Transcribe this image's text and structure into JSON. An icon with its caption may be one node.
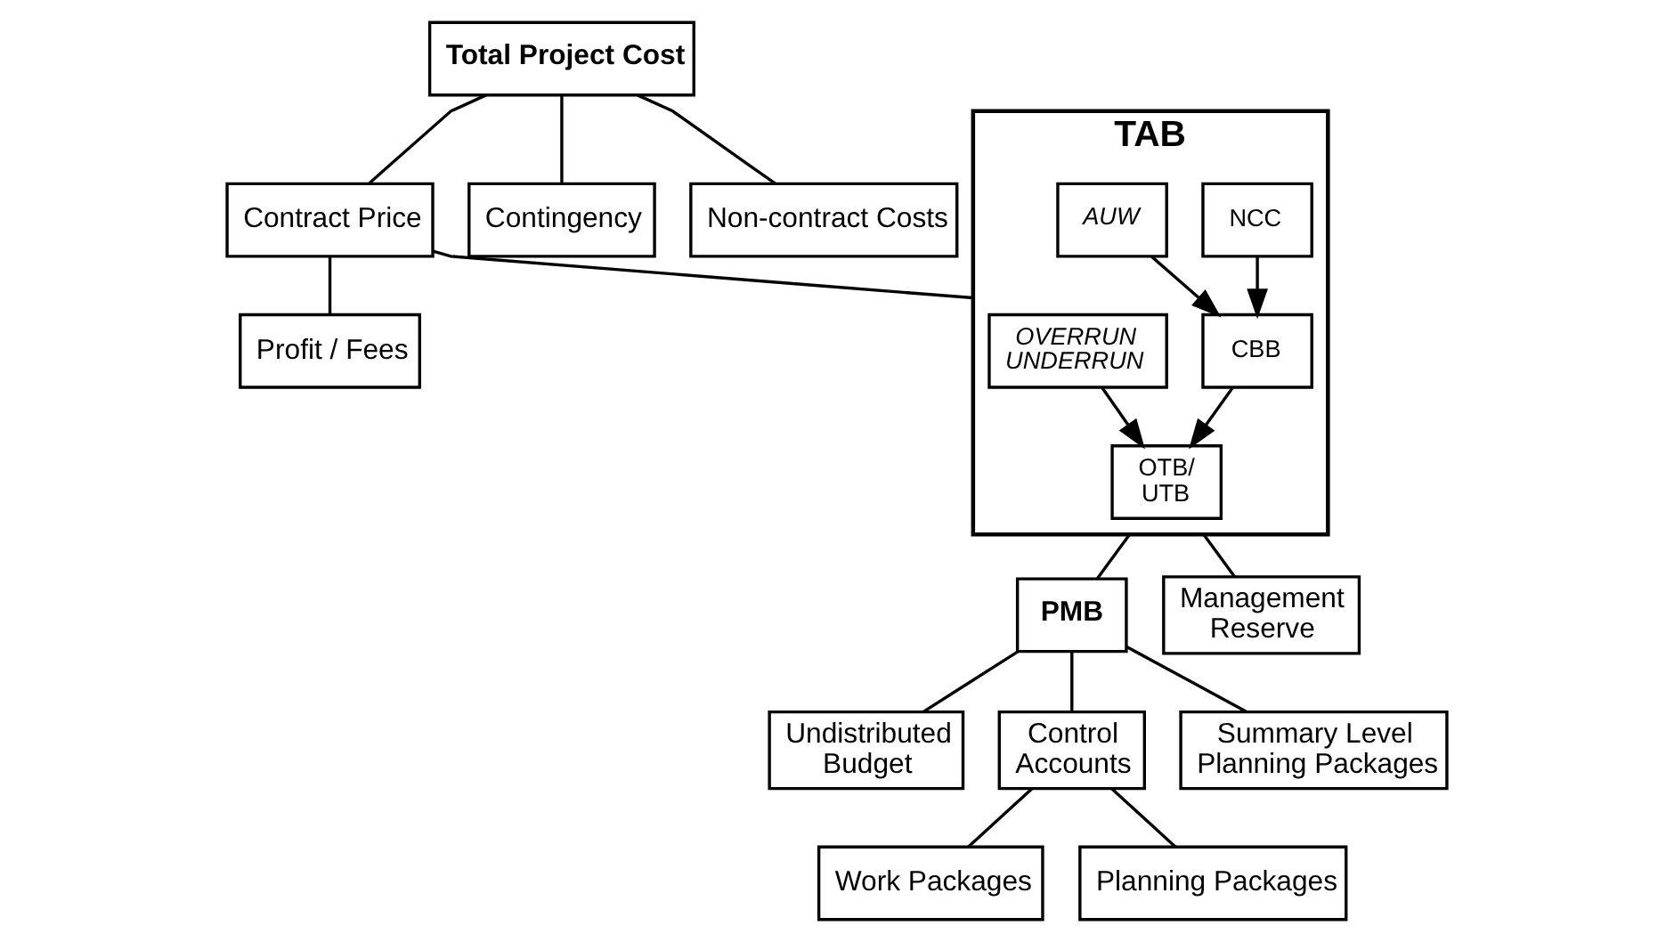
{
  "diagram": {
    "nodes": [
      {
        "text": [
          "Total Project Cost"
        ]
      },
      {
        "text": [
          "Contract Price"
        ]
      },
      {
        "text": [
          "Contingency"
        ]
      },
      {
        "text": [
          "Non-contract Costs"
        ]
      },
      {
        "text": [
          "TAB"
        ]
      },
      {
        "text": [
          "NCC"
        ],
        "in": 4
      },
      {
        "text": [
          "AUW"
        ],
        "in": 4
      },
      {
        "text": [
          "CBB"
        ],
        "in": 4
      },
      {
        "text": [
          "OVERRUN UNDERRUN"
        ],
        "in": 4
      },
      {
        "text": [
          "OTB/ UTB"
        ],
        "in": 4
      },
      {
        "text": [
          "Profit / Fees"
        ]
      },
      {
        "text": [
          "PMB"
        ]
      },
      {
        "text": [
          "Management Reserve"
        ]
      },
      {
        "text": [
          "Undistributed Budget"
        ]
      },
      {
        "text": [
          "Control Accounts"
        ]
      },
      {
        "text": [
          "Summary Level Planning Packages"
        ]
      },
      {
        "text": [
          "Work Packages"
        ]
      },
      {
        "text": [
          "Planning Packages"
        ]
      }
    ],
    "edges": [
      {
        "from": 0,
        "to": 1,
        "arrow": "none"
      },
      {
        "from": 0,
        "to": 2,
        "arrow": "none"
      },
      {
        "from": 0,
        "to": 3,
        "arrow": "none"
      },
      {
        "from": 1,
        "to": 4,
        "arrow": "none"
      },
      {
        "from": 1,
        "to": 10,
        "arrow": "none"
      },
      {
        "from": 5,
        "to": 7,
        "arrow": "to"
      },
      {
        "from": 6,
        "to": 7,
        "arrow": "to"
      },
      {
        "from": 7,
        "to": 9,
        "arrow": "to"
      },
      {
        "from": 8,
        "to": 9,
        "arrow": "to"
      },
      {
        "from": 4,
        "to": 11,
        "arrow": "none"
      },
      {
        "from": 4,
        "to": 12,
        "arrow": "none"
      },
      {
        "from": 11,
        "to": 13,
        "arrow": "none"
      },
      {
        "from": 11,
        "to": 14,
        "arrow": "none"
      },
      {
        "from": 11,
        "to": 15,
        "arrow": "none"
      },
      {
        "from": 14,
        "to": 16,
        "arrow": "none"
      },
      {
        "from": 14,
        "to": 17,
        "arrow": "none"
      }
    ]
  }
}
